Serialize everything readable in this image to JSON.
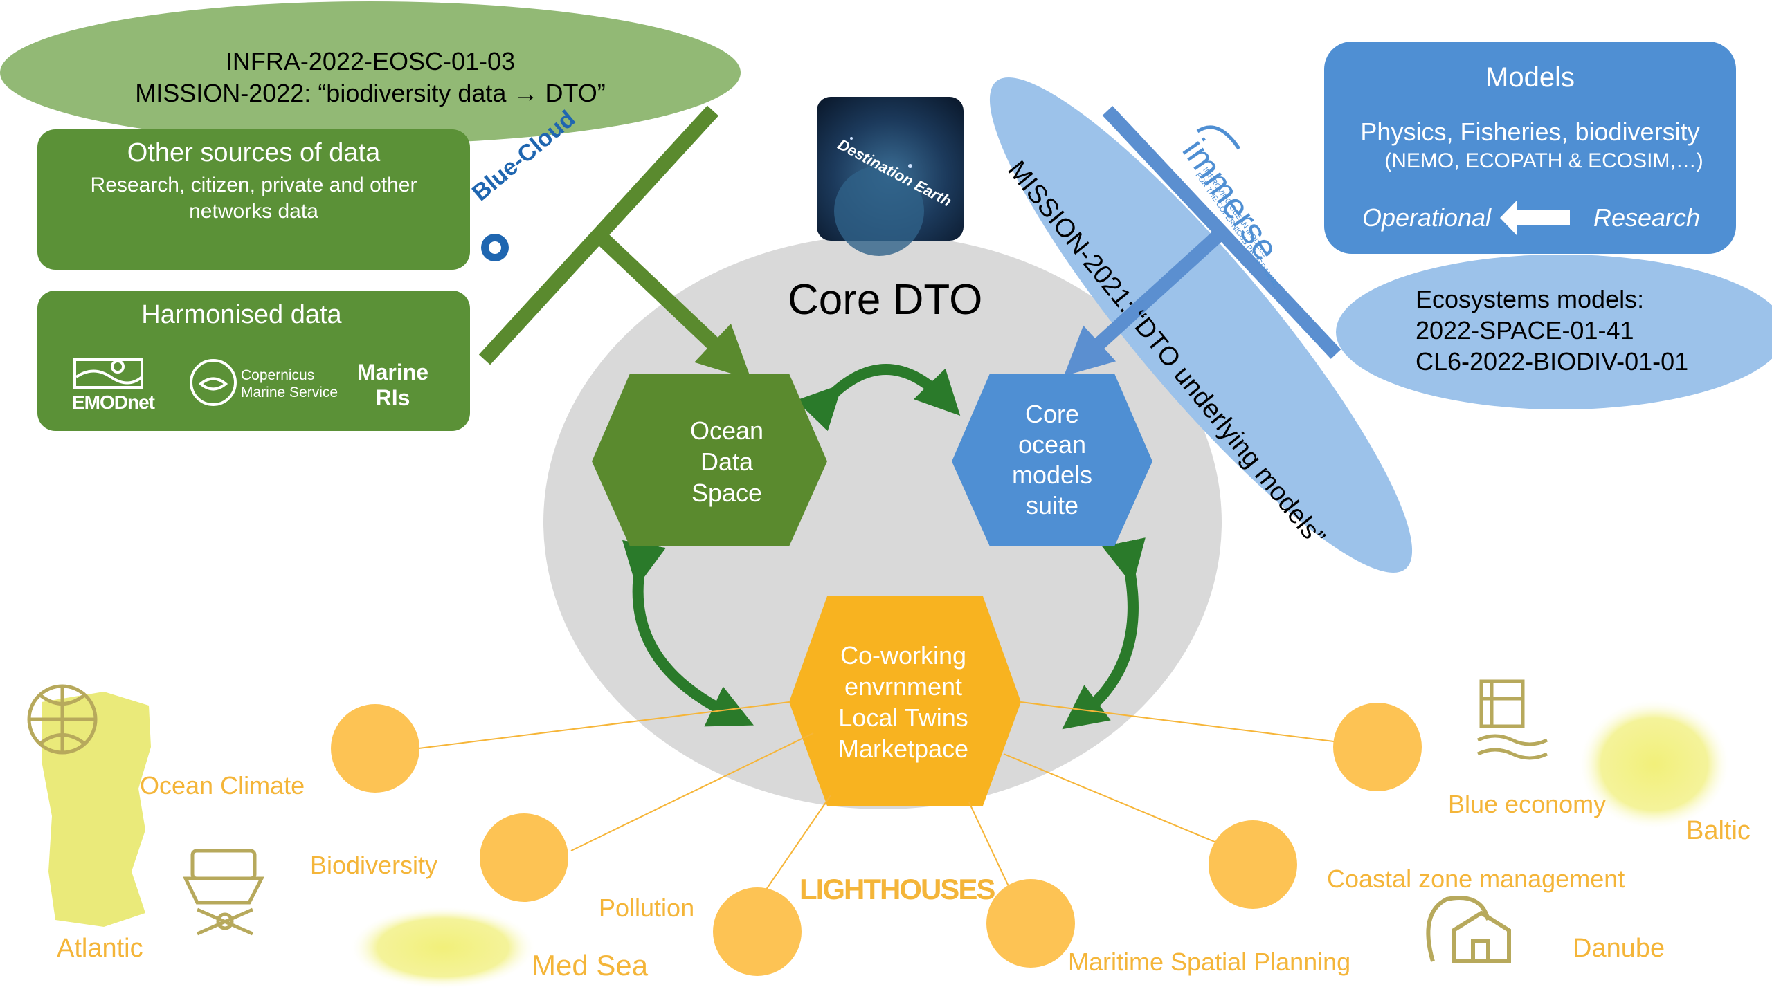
{
  "colors": {
    "green_dark": "#5a8a2e",
    "green_box": "#5b9137",
    "green_oval": "#92b975",
    "blue_box": "#4f8fd3",
    "blue_light": "#9cc2ea",
    "orange_hex": "#f8b320",
    "orange_text": "#f4b539",
    "circle_yellow": "#fdc354",
    "core_gray": "#d9d9d9",
    "arrow_green": "#2a7a2a"
  },
  "top_oval": {
    "line1": "INFRA-2022-EOSC-01-03",
    "line2": "MISSION-2022: “biodiversity data → DTO”"
  },
  "other_sources": {
    "title": "Other sources of data",
    "desc_line1": "Research, citizen, private and other",
    "desc_line2": "networks data"
  },
  "harmonised": {
    "title": "Harmonised data",
    "logos": {
      "emodnet": "EMODnet",
      "copernicus_l1": "Copernicus",
      "copernicus_l2": "Marine Service",
      "marine_l1": "Marine",
      "marine_l2": "RIs"
    }
  },
  "blue_cloud_logo": "Blue-Cloud",
  "destination_earth": {
    "line1": "Destination",
    "line2": "Earth"
  },
  "core": {
    "title": "Core DTO"
  },
  "hexagons": {
    "ocean_data": {
      "l1": "Ocean",
      "l2": "Data",
      "l3": "Space"
    },
    "core_models": {
      "l1": "Core",
      "l2": "ocean",
      "l3": "models",
      "l4": "suite"
    },
    "coworking": {
      "l1": "Co-working",
      "l2": "envrnment",
      "l3": "Local Twins",
      "l4": "Marketpace"
    }
  },
  "mission_2021": "MISSION-2021: “DTO underlying models”",
  "immerse_logo": {
    "name": "immerse",
    "tagline1": "IMPROVING OCEAN MODELS",
    "tagline2": "FOR THE COPERNICUS PROGRAMME"
  },
  "models": {
    "title": "Models",
    "line1": "Physics, Fisheries, biodiversity",
    "line2": "(NEMO, ECOPATH & ECOSIM,…)",
    "operational": "Operational",
    "research": "Research"
  },
  "ecosystems": {
    "line1": "Ecosystems models:",
    "line2": "2022-SPACE-01-41",
    "line3": "CL6-2022-BIODIV-01-01"
  },
  "lighthouses": {
    "title": "LIGHTHOUSES",
    "ocean_climate": "Ocean Climate",
    "biodiversity": "Biodiversity",
    "pollution": "Pollution",
    "maritime": "Maritime Spatial Planning",
    "coastal": "Coastal zone management",
    "blue_economy": "Blue economy"
  },
  "regions": {
    "atlantic": "Atlantic",
    "med_sea": "Med Sea",
    "baltic": "Baltic",
    "danube": "Danube"
  }
}
